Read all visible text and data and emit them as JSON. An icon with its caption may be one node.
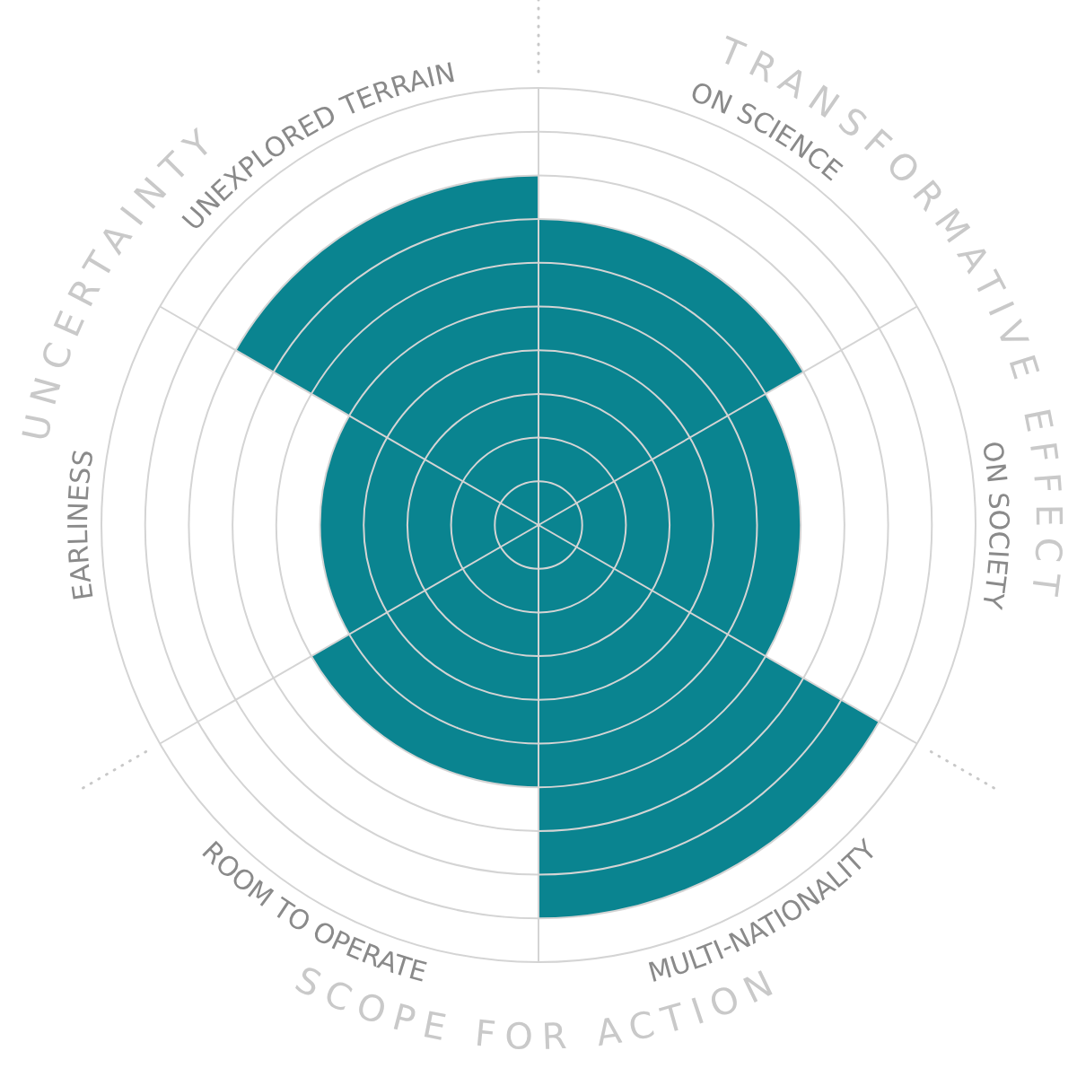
{
  "diagram": {
    "labels": [
      "UNCERTAINTY",
      "TRANSFORMATIVE EFFECT",
      "UNEXPLORED TERRAIN",
      "ON SCIENCE",
      "EARLINESS",
      "ON SOCIETY",
      "ROOM TO OPERATE",
      "MULTI-NATIONALITY",
      "SCOPE FOR ACTION"
    ]
  }
}
